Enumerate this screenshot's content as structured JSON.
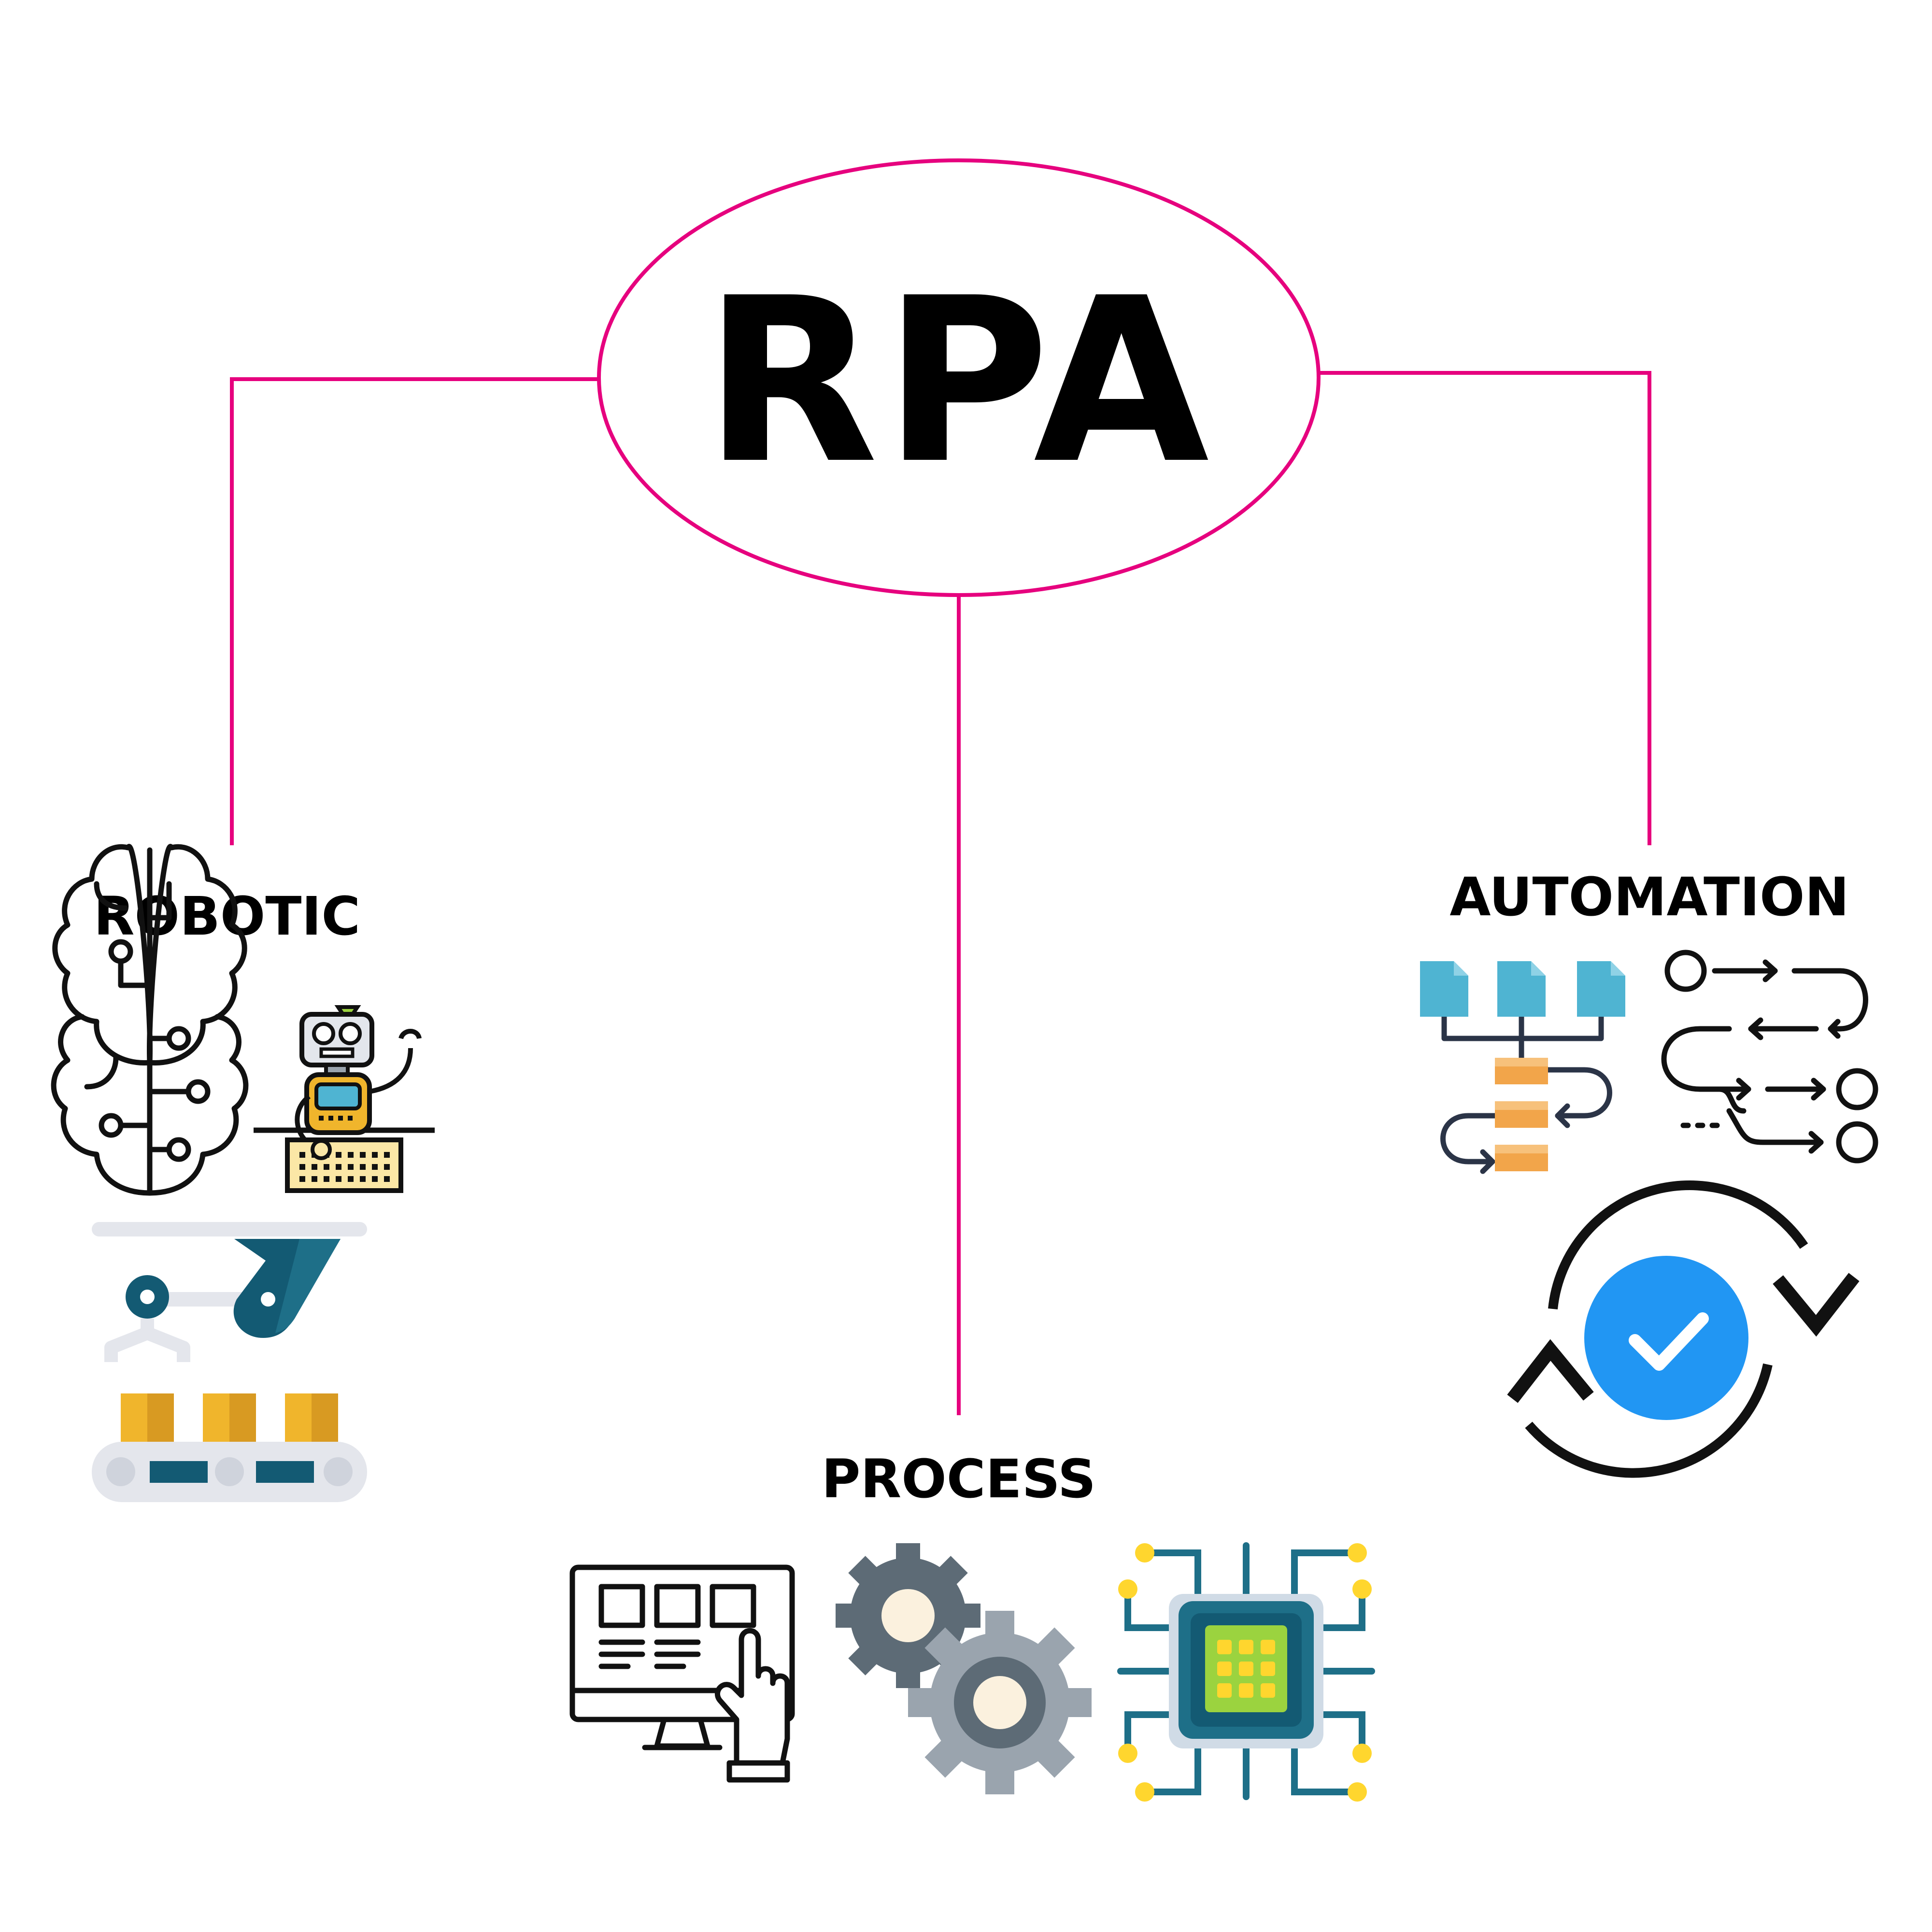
{
  "title": "RPA",
  "labels": {
    "robotic": "ROBOTIC",
    "process": "PROCESS",
    "automation": "AUTOMATION"
  },
  "icons": {
    "robotic": [
      "brain-circuit-icon",
      "robot-typing-icon",
      "robotic-arm-conveyor-icon"
    ],
    "process": [
      "monitor-touch-icon",
      "gears-icon",
      "microchip-icon"
    ],
    "automation": [
      "document-flow-icon",
      "workflow-path-icon",
      "sync-check-icon"
    ]
  },
  "colors": {
    "connector": "#e6007e",
    "text": "#000000",
    "teal_dark": "#135a73",
    "teal": "#1e6f88",
    "yellow": "#f0b52c",
    "yellow_dark": "#d89a22",
    "light_grey": "#e4e6ec",
    "grey_dark": "#5d6b76",
    "grey": "#9aa4ae",
    "cream": "#fbf1de",
    "blue_check": "#2196f3",
    "doc_blue": "#4fb4d2",
    "orange": "#f2a54a",
    "navy": "#2b3447",
    "chip_green": "#9bd33f",
    "chip_yellow": "#ffd62e",
    "pad_grey": "#d0dbe6"
  }
}
